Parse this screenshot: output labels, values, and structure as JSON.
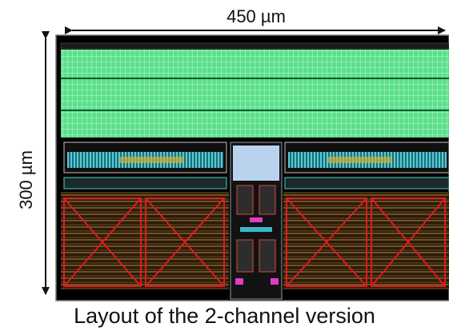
{
  "width_label": "450 µm",
  "height_label": "300 µm",
  "caption": "Layout of the 2-channel version",
  "colors": {
    "metal_green": "#59e08a",
    "grid_line": "#c9f5d7",
    "background": "#000000",
    "cyan_band": "#3fb6c7",
    "pad_red": "#e01b1b",
    "center_blue": "#b9d3ef",
    "magenta": "#e03cc8",
    "dim_line": "#111111"
  }
}
